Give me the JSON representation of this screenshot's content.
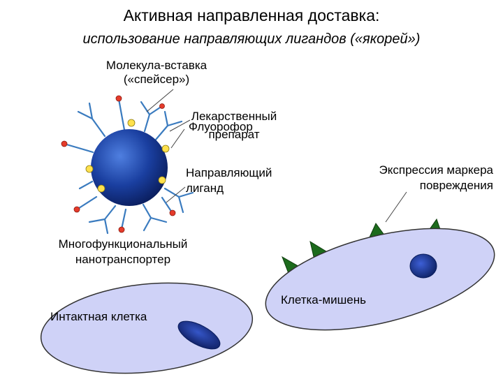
{
  "title": "Активная направленная доставка:",
  "subtitle": "использование направляющих лигандов («якорей»)",
  "labels": {
    "spacer_line1": "Молекула-вставка",
    "spacer_line2": "(«спейсер»)",
    "drug_line1": "Лекарственный",
    "drug_line2": "препарат",
    "fluorophore": "Флуорофор",
    "ligand_line1": "Направляющий",
    "ligand_line2": "лиганд",
    "marker_line1": "Экспрессия маркера",
    "marker_line2": "повреждения",
    "carrier_line1": "Многофункциональный",
    "carrier_line2": "нанотранспортер",
    "target_cell": "Клетка-мишень",
    "intact_cell": "Интактная клетка"
  },
  "colors": {
    "nanoparticle": "#1a3fa0",
    "nanoparticle_dark": "#0a1d5c",
    "ligand_arm": "#3a7bbf",
    "drug_dot": "#e53b2b",
    "fluorophore_dot": "#ffe14d",
    "cell_fill": "#cfd2f7",
    "nucleus": "#142e8f",
    "marker": "#1c6b1c"
  }
}
